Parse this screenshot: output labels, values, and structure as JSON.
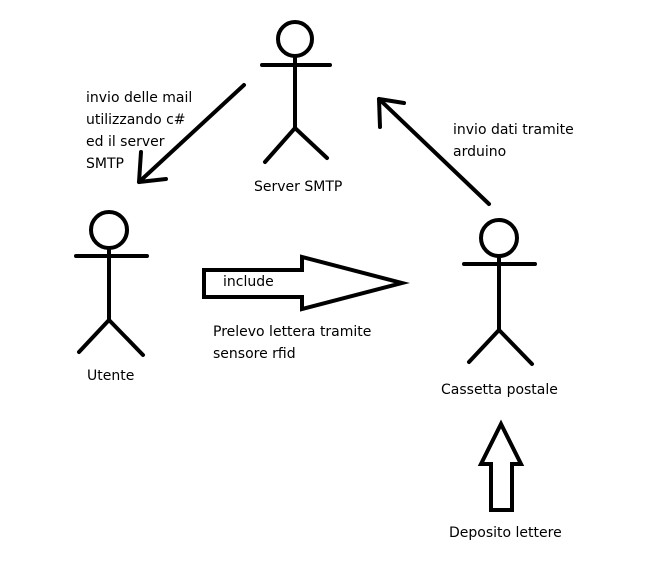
{
  "actors": {
    "server": "Server SMTP",
    "utente": "Utente",
    "cassetta": "Cassetta postale"
  },
  "messages": {
    "email": "invio delle mail\nutilizzando c#\ned il server\nSMTP",
    "arduino": "invio dati tramite\narduino",
    "include": "include",
    "rfid": "Prelevo lettera tramite\nsensore rfid",
    "deposito": "Deposito lettere"
  },
  "colors": {
    "ink": "#000000",
    "background": "#ffffff"
  }
}
